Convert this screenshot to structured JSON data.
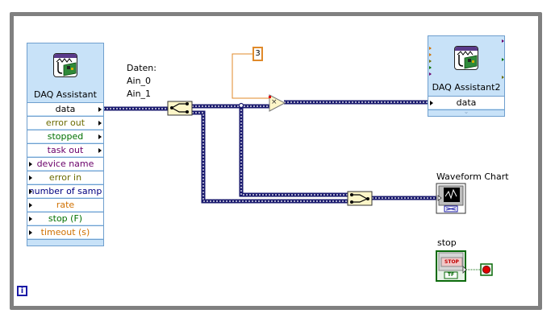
{
  "diagram": {
    "daq_assistant": {
      "title": "DAQ Assistant",
      "terminals": [
        {
          "label": "data",
          "color": "#000000",
          "dir": "out"
        },
        {
          "label": "error out",
          "color": "#6b6b00",
          "dir": "out"
        },
        {
          "label": "stopped",
          "color": "#007000",
          "dir": "out"
        },
        {
          "label": "task out",
          "color": "#6a006a",
          "dir": "out"
        },
        {
          "label": "device name",
          "color": "#6a006a",
          "dir": "in"
        },
        {
          "label": "error in",
          "color": "#6b6b00",
          "dir": "in"
        },
        {
          "label": "number of samp",
          "color": "#000080",
          "dir": "in"
        },
        {
          "label": "rate",
          "color": "#d07000",
          "dir": "in"
        },
        {
          "label": "stop (F)",
          "color": "#007000",
          "dir": "in"
        },
        {
          "label": "timeout (s)",
          "color": "#d07000",
          "dir": "in"
        }
      ]
    },
    "daq_assistant2": {
      "title": "DAQ Assistant2",
      "terminals": [
        {
          "label": "data",
          "color": "#000000",
          "dir": "in"
        }
      ]
    },
    "daten_label": [
      "Daten:",
      "Ain_0",
      "Ain_1"
    ],
    "constant": "3",
    "multiply_symbol": "×",
    "waveform_chart_label": "Waveform Chart",
    "stop_label": "stop",
    "stop_button_text": "STOP",
    "stop_tf_text": "TF",
    "info_icon": "i",
    "colors": {
      "wire_dynamic": "#1a1a6e",
      "wire_numeric": "#e08a2a",
      "node_fill": "#c8e2f8",
      "node_border": "#6f9fce",
      "frame": "#808080"
    }
  }
}
